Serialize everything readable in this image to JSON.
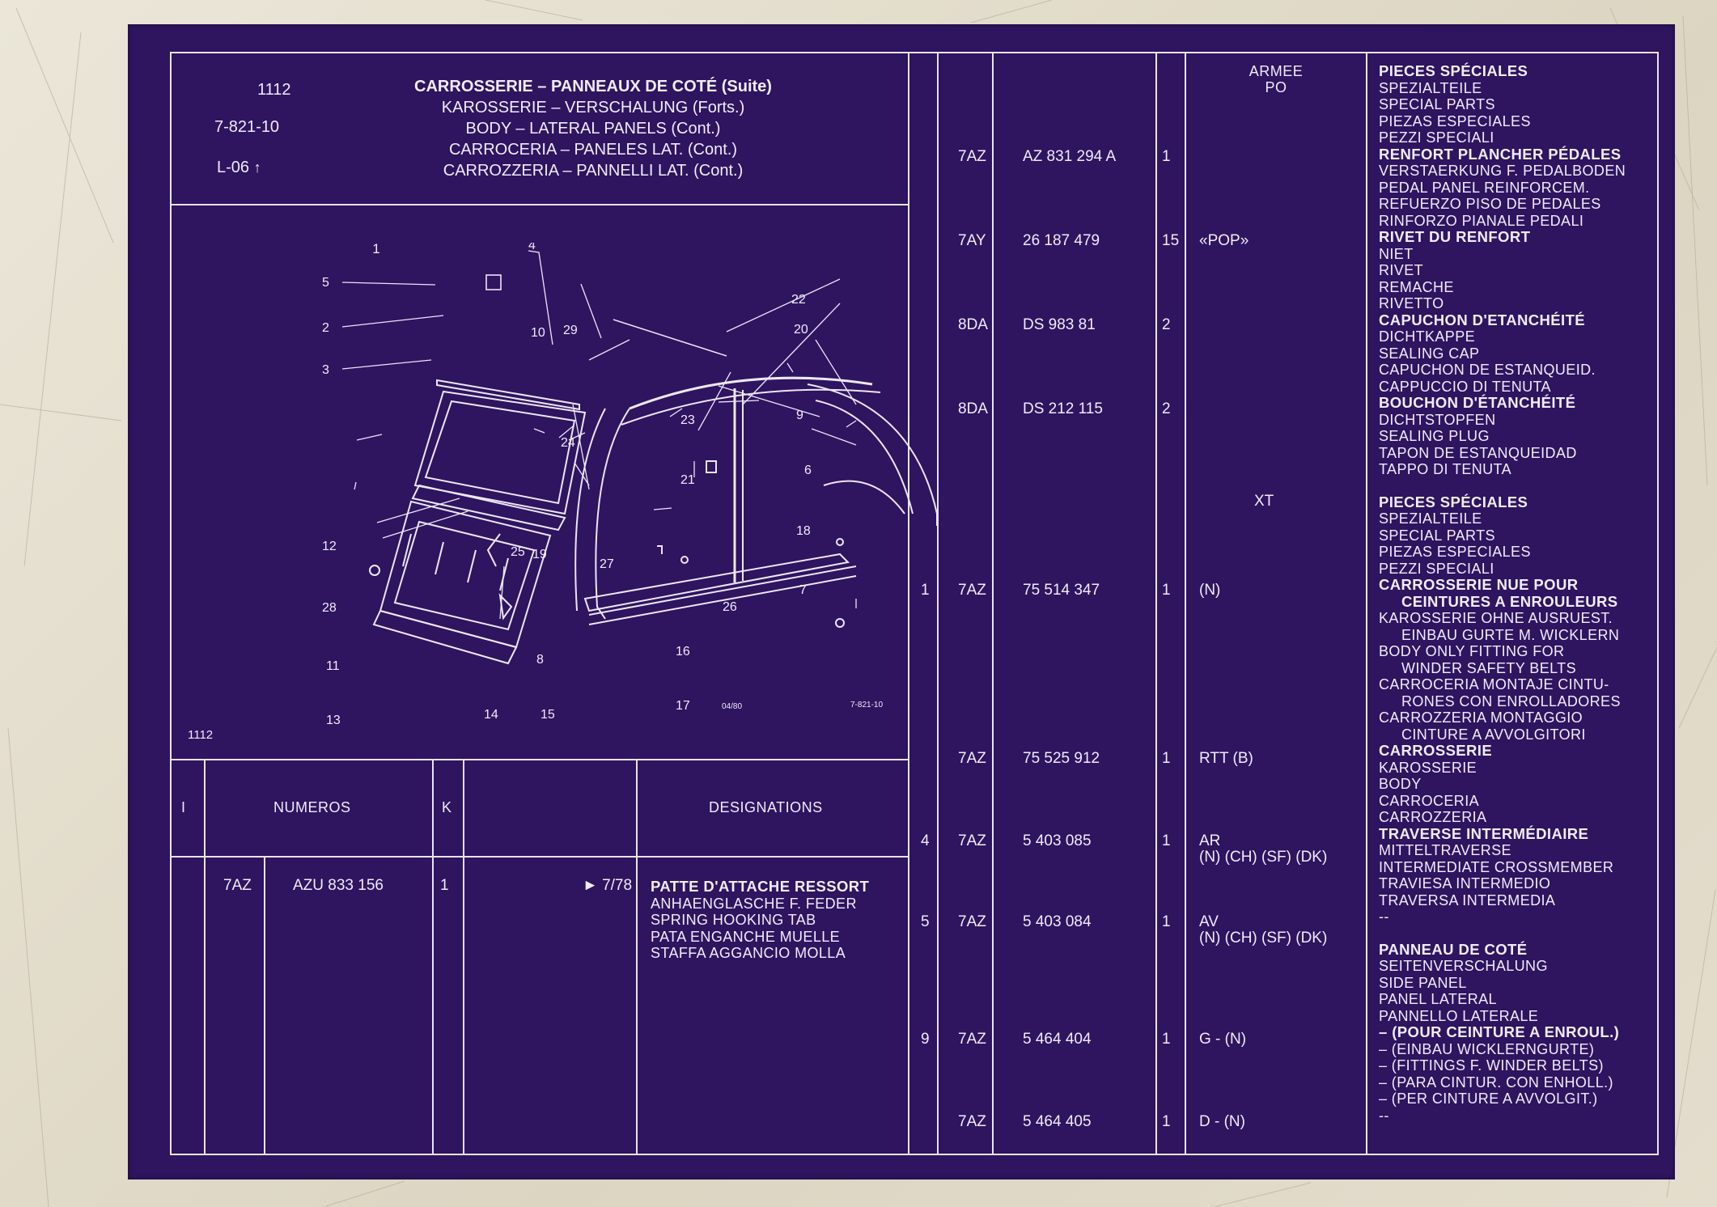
{
  "header": {
    "ref": "1112",
    "code": "7-821-10",
    "level": "L-06",
    "title_lines": [
      "CARROSSERIE – PANNEAUX DE COTÉ (Suite)",
      "KAROSSERIE – VERSCHALUNG (Forts.)",
      "BODY – LATERAL PANELS (Cont.)",
      "CARROCERIA – PANELES LAT. (Cont.)",
      "CARROZZERIA – PANNELLI LAT. (Cont.)"
    ]
  },
  "diagram": {
    "box_label": "1",
    "ref_bottom": "1112",
    "date_stamp": "04/80",
    "drawing_code": "7-821-10",
    "callouts": [
      "1",
      "2",
      "3",
      "4",
      "5",
      "6",
      "7",
      "8",
      "9",
      "10",
      "11",
      "12",
      "13",
      "14",
      "15",
      "16",
      "17",
      "18",
      "19",
      "20",
      "21",
      "22",
      "23",
      "24",
      "25",
      "26",
      "27",
      "28",
      "29"
    ]
  },
  "table_left": {
    "headers": {
      "i": "I",
      "numeros": "NUMEROS",
      "k": "K",
      "designations": "DESIGNATIONS"
    },
    "rows": [
      {
        "i": "",
        "type": "7AZ",
        "number": "AZU 833 156",
        "k": "1",
        "note": "► 7/78",
        "lines": [
          "PATTE D'ATTACHE RESSORT",
          "ANHAENGLASCHE F. FEDER",
          "SPRING HOOKING TAB",
          "PATA ENGANCHE MUELLE",
          "STAFFA AGGANCIO MOLLA"
        ]
      }
    ]
  },
  "table_right": {
    "armee_header": "ARMEE\nPO",
    "rows": [
      {
        "i": "",
        "type": "7AZ",
        "number": "AZ 831 294 A",
        "k": "1",
        "obs": ""
      },
      {
        "i": "",
        "type": "7AY",
        "number": "26 187 479",
        "k": "15",
        "obs": "«POP»"
      },
      {
        "i": "",
        "type": "8DA",
        "number": "DS 983  81",
        "k": "2",
        "obs": ""
      },
      {
        "i": "",
        "type": "8DA",
        "number": "DS 212 115",
        "k": "2",
        "obs": ""
      },
      {
        "i": "",
        "type": "",
        "number": "",
        "k": "",
        "obs": "XT"
      },
      {
        "i": "1",
        "type": "7AZ",
        "number": "75 514 347",
        "k": "1",
        "obs": "(N)"
      },
      {
        "i": "",
        "type": "7AZ",
        "number": "75 525 912",
        "k": "1",
        "obs": "RTT (B)"
      },
      {
        "i": "4",
        "type": "7AZ",
        "number": "5 403 085",
        "k": "1",
        "obs": "AR\n(N) (CH) (SF) (DK)"
      },
      {
        "i": "5",
        "type": "7AZ",
        "number": "5 403 084",
        "k": "1",
        "obs": "AV\n(N) (CH) (SF) (DK)"
      },
      {
        "i": "9",
        "type": "7AZ",
        "number": "5 464 404",
        "k": "1",
        "obs": "G - (N)"
      },
      {
        "i": "",
        "type": "7AZ",
        "number": "5 464 405",
        "k": "1",
        "obs": "D - (N)"
      }
    ],
    "designations": [
      {
        "text": "PIECES SPÉCIALES",
        "bold": true
      },
      {
        "text": "SPEZIALTEILE"
      },
      {
        "text": "SPECIAL PARTS"
      },
      {
        "text": "PIEZAS ESPECIALES"
      },
      {
        "text": "PEZZI SPECIALI"
      },
      {
        "text": "RENFORT PLANCHER PÉDALES",
        "bold": true
      },
      {
        "text": "VERSTAERKUNG F. PEDALBODEN"
      },
      {
        "text": "PEDAL PANEL REINFORCEM."
      },
      {
        "text": "REFUERZO PISO DE PEDALES"
      },
      {
        "text": "RINFORZO PIANALE PEDALI"
      },
      {
        "text": "RIVET DU RENFORT",
        "bold": true
      },
      {
        "text": "NIET"
      },
      {
        "text": "RIVET"
      },
      {
        "text": "REMACHE"
      },
      {
        "text": "RIVETTO"
      },
      {
        "text": "CAPUCHON D'ETANCHÉITÉ",
        "bold": true
      },
      {
        "text": "DICHTKAPPE"
      },
      {
        "text": "SEALING CAP"
      },
      {
        "text": "CAPUCHON DE ESTANQUEID."
      },
      {
        "text": "CAPPUCCIO DI TENUTA"
      },
      {
        "text": "BOUCHON D'ÉTANCHÉITÉ",
        "bold": true
      },
      {
        "text": "DICHTSTOPFEN"
      },
      {
        "text": "SEALING PLUG"
      },
      {
        "text": "TAPON DE ESTANQUEIDAD"
      },
      {
        "text": "TAPPO DI TENUTA"
      },
      {
        "text": "",
        "gap": true
      },
      {
        "text": "PIECES SPÉCIALES",
        "bold": true
      },
      {
        "text": "SPEZIALTEILE"
      },
      {
        "text": "SPECIAL PARTS"
      },
      {
        "text": "PIEZAS ESPECIALES"
      },
      {
        "text": "PEZZI SPECIALI"
      },
      {
        "text": "CARROSSERIE NUE POUR",
        "bold": true
      },
      {
        "text": "CEINTURES A ENROULEURS",
        "bold": true,
        "indent": true
      },
      {
        "text": "KAROSSERIE OHNE AUSRUEST."
      },
      {
        "text": "EINBAU GURTE M. WICKLERN",
        "indent": true
      },
      {
        "text": "BODY ONLY FITTING FOR"
      },
      {
        "text": "WINDER SAFETY BELTS",
        "indent": true
      },
      {
        "text": "CARROCERIA MONTAJE CINTU-"
      },
      {
        "text": "RONES CON ENROLLADORES",
        "indent": true
      },
      {
        "text": "CARROZZERIA MONTAGGIO"
      },
      {
        "text": "CINTURE A AVVOLGITORI",
        "indent": true
      },
      {
        "text": "CARROSSERIE",
        "bold": true
      },
      {
        "text": "KAROSSERIE"
      },
      {
        "text": "BODY"
      },
      {
        "text": "CARROCERIA"
      },
      {
        "text": "CARROZZERIA"
      },
      {
        "text": "TRAVERSE INTERMÉDIAIRE",
        "bold": true
      },
      {
        "text": "MITTELTRAVERSE"
      },
      {
        "text": "INTERMEDIATE CROSSMEMBER"
      },
      {
        "text": "TRAVIESA INTERMEDIO"
      },
      {
        "text": "TRAVERSA INTERMEDIA"
      },
      {
        "text": "--"
      },
      {
        "text": "",
        "gap": true
      },
      {
        "text": "PANNEAU DE COTÉ",
        "bold": true
      },
      {
        "text": "SEITENVERSCHALUNG"
      },
      {
        "text": "SIDE PANEL"
      },
      {
        "text": "PANEL LATERAL"
      },
      {
        "text": "PANNELLO LATERALE"
      },
      {
        "text": "– (POUR CEINTURE A ENROUL.)",
        "bold": true
      },
      {
        "text": "– (EINBAU WICKLERNGURTE)"
      },
      {
        "text": "– (FITTINGS F. WINDER BELTS)"
      },
      {
        "text": "– (PARA CINTUR. CON ENHOLL.)"
      },
      {
        "text": "– (PER CINTURE A AVVOLGIT.)"
      },
      {
        "text": "--"
      }
    ]
  }
}
